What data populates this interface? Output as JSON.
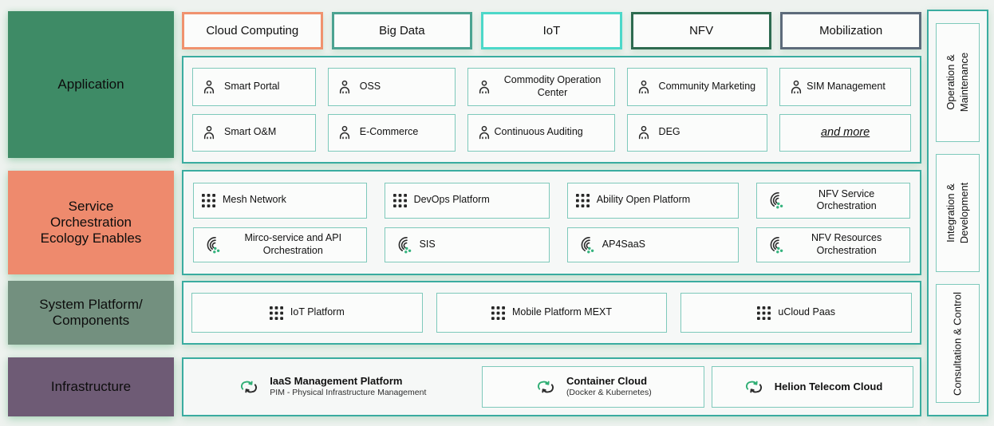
{
  "colors": {
    "container_border": "#3aaca0",
    "item_border": "#7ec9bb",
    "accent_green": "#2fae74",
    "icon_dark": "#2b2b2b"
  },
  "layers": [
    {
      "label": "Application",
      "bg": "#3E8B66"
    },
    {
      "label": "Service Orchestration Ecology Enables",
      "bg": "#EE8A6D"
    },
    {
      "label": "System Platform/ Components",
      "bg": "#73907F"
    },
    {
      "label": "Infrastructure",
      "bg": "#6E5B75"
    }
  ],
  "top_categories": [
    {
      "label": "Cloud Computing",
      "border": "#F0926E"
    },
    {
      "label": "Big Data",
      "border": "#4BA391"
    },
    {
      "label": "IoT",
      "border": "#4CD8C9"
    },
    {
      "label": "NFV",
      "border": "#2E6B50"
    },
    {
      "label": "Mobilization",
      "border": "#5D6B7B"
    }
  ],
  "application_items": [
    {
      "label": "Smart Portal"
    },
    {
      "label": "OSS"
    },
    {
      "label": "Commodity Operation Center"
    },
    {
      "label": "Community Marketing"
    },
    {
      "label": "SIM Management"
    },
    {
      "label": "Smart O&M"
    },
    {
      "label": "E-Commerce"
    },
    {
      "label": "Continuous Auditing"
    },
    {
      "label": "DEG"
    },
    {
      "label": "and more"
    }
  ],
  "service_items": [
    {
      "label": "Mesh Network",
      "icon": "grid"
    },
    {
      "label": "DevOps Platform",
      "icon": "grid"
    },
    {
      "label": "Ability Open Platform",
      "icon": "grid"
    },
    {
      "label": "NFV Service Orchestration",
      "icon": "swirl"
    },
    {
      "label": "Mirco-service and API Orchestration",
      "icon": "swirl"
    },
    {
      "label": "SIS",
      "icon": "swirl"
    },
    {
      "label": "AP4SaaS",
      "icon": "swirl"
    },
    {
      "label": "NFV Resources Orchestration",
      "icon": "swirl"
    }
  ],
  "system_items": [
    {
      "label": "IoT Platform"
    },
    {
      "label": "Mobile Platform MEXT"
    },
    {
      "label": "uCloud Paas"
    }
  ],
  "infrastructure_items": [
    {
      "title": "IaaS Management Platform",
      "subtitle": "PIM - Physical Infrastructure Management"
    },
    {
      "title": "Container Cloud",
      "subtitle": "(Docker & Kubernetes)"
    },
    {
      "title": "Helion Telecom Cloud",
      "subtitle": ""
    }
  ],
  "right_rail": [
    {
      "line1": "Operation &",
      "line2": "Maintenance"
    },
    {
      "line1": "Integration &",
      "line2": "Development"
    },
    {
      "line1": "Consultation & Control",
      "line2": ""
    }
  ]
}
